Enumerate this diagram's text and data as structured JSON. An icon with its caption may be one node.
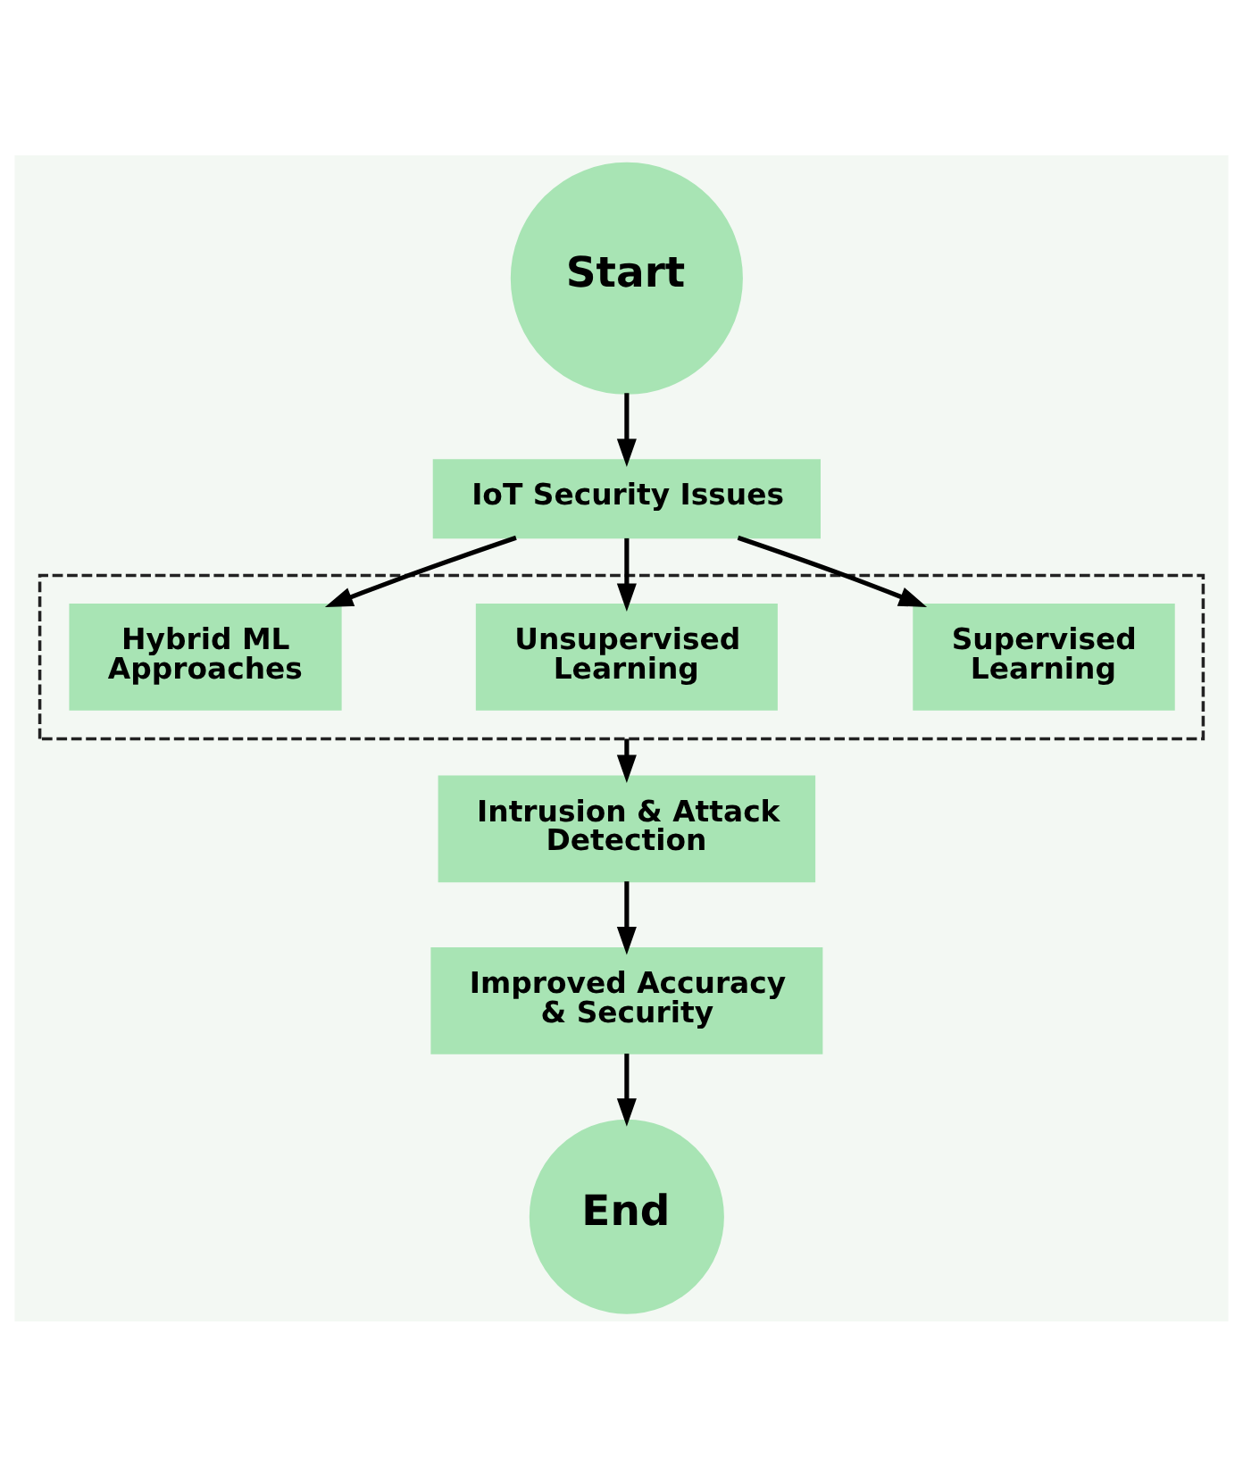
{
  "diagram": {
    "nodes": [
      {
        "text": [
          "Start"
        ]
      },
      {
        "text": [
          "IoT Security Issues"
        ]
      },
      {
        "text": [],
        "shape": "box"
      },
      {
        "text": [
          "Supervised Learning"
        ],
        "in": 2
      },
      {
        "text": [
          "Unsupervised Learning"
        ],
        "in": 2
      },
      {
        "text": [
          "Hybrid ML Approaches"
        ],
        "in": 2
      },
      {
        "text": [
          "Intrusion & Attack Detection"
        ]
      },
      {
        "text": [
          "Improved Accuracy & Security"
        ]
      },
      {
        "text": [
          "End"
        ]
      }
    ],
    "edges": [
      {
        "from": 0,
        "to": 1,
        "arrow": "to"
      },
      {
        "from": 1,
        "to": 3,
        "arrow": "to"
      },
      {
        "from": 1,
        "to": 4,
        "arrow": "to"
      },
      {
        "from": 1,
        "to": 5,
        "arrow": "to"
      },
      {
        "from": 2,
        "to": 6,
        "arrow": "to"
      },
      {
        "from": 6,
        "to": 7,
        "arrow": "to"
      },
      {
        "from": 7,
        "to": 8,
        "arrow": "to"
      }
    ]
  }
}
